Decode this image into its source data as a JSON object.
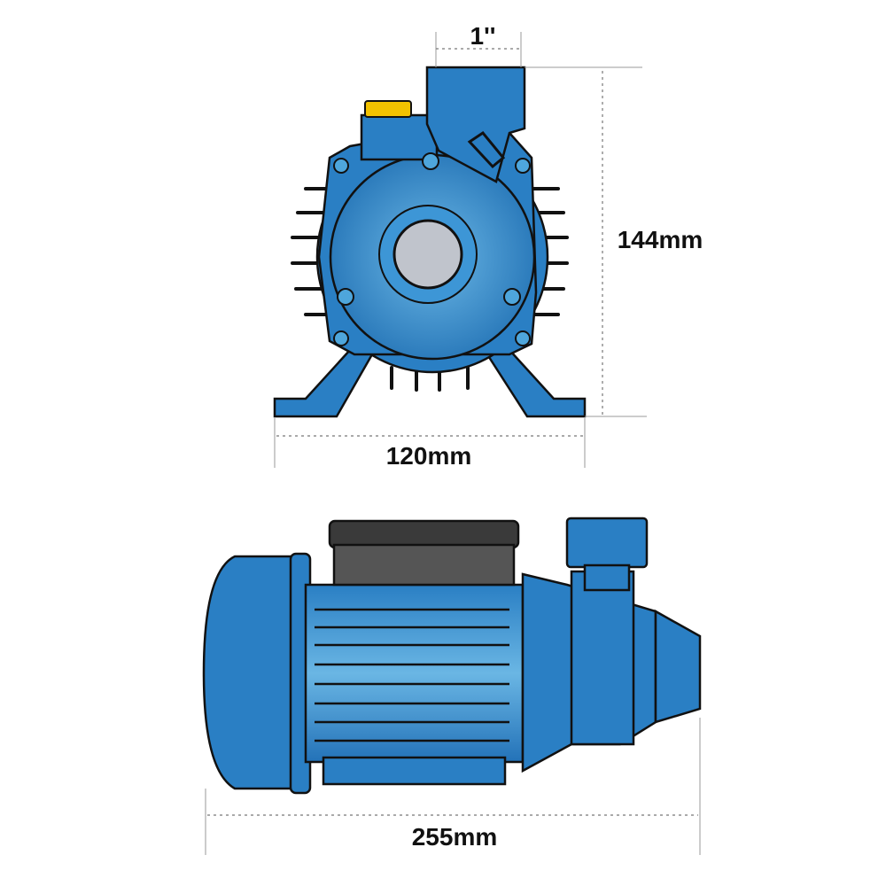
{
  "title": "Pump dimensions diagram",
  "dimensions": {
    "outlet": "1''",
    "height": "144mm",
    "width": "120mm",
    "length": "255mm"
  },
  "colors": {
    "body": "#2a7fc4",
    "body_light": "#5aaee0",
    "cap": "#f2c200",
    "terminal_box": "#555555",
    "port": "#c0c4cc"
  }
}
